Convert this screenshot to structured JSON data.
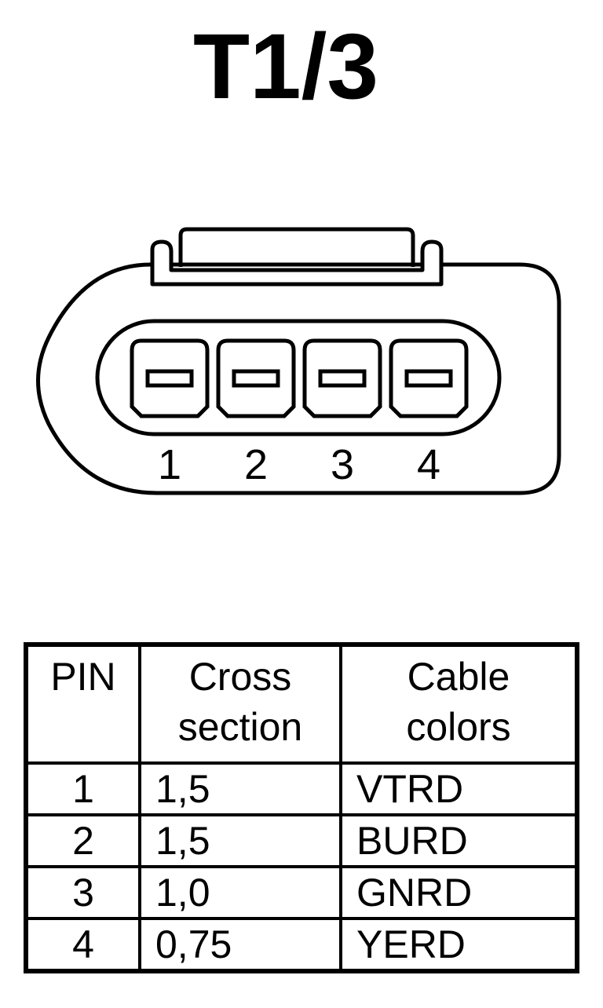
{
  "title": "T1/3",
  "connector": {
    "pin_labels": [
      "1",
      "2",
      "3",
      "4"
    ]
  },
  "table": {
    "headers": {
      "pin": "PIN",
      "cross_section": [
        "Cross",
        "section"
      ],
      "cable_colors": [
        "Cable",
        "colors"
      ]
    },
    "rows": [
      {
        "pin": "1",
        "cross_section": "1,5",
        "color": "VTRD"
      },
      {
        "pin": "2",
        "cross_section": "1,5",
        "color": "BURD"
      },
      {
        "pin": "3",
        "cross_section": "1,0",
        "color": "GNRD"
      },
      {
        "pin": "4",
        "cross_section": "0,75",
        "color": "YERD"
      }
    ]
  }
}
